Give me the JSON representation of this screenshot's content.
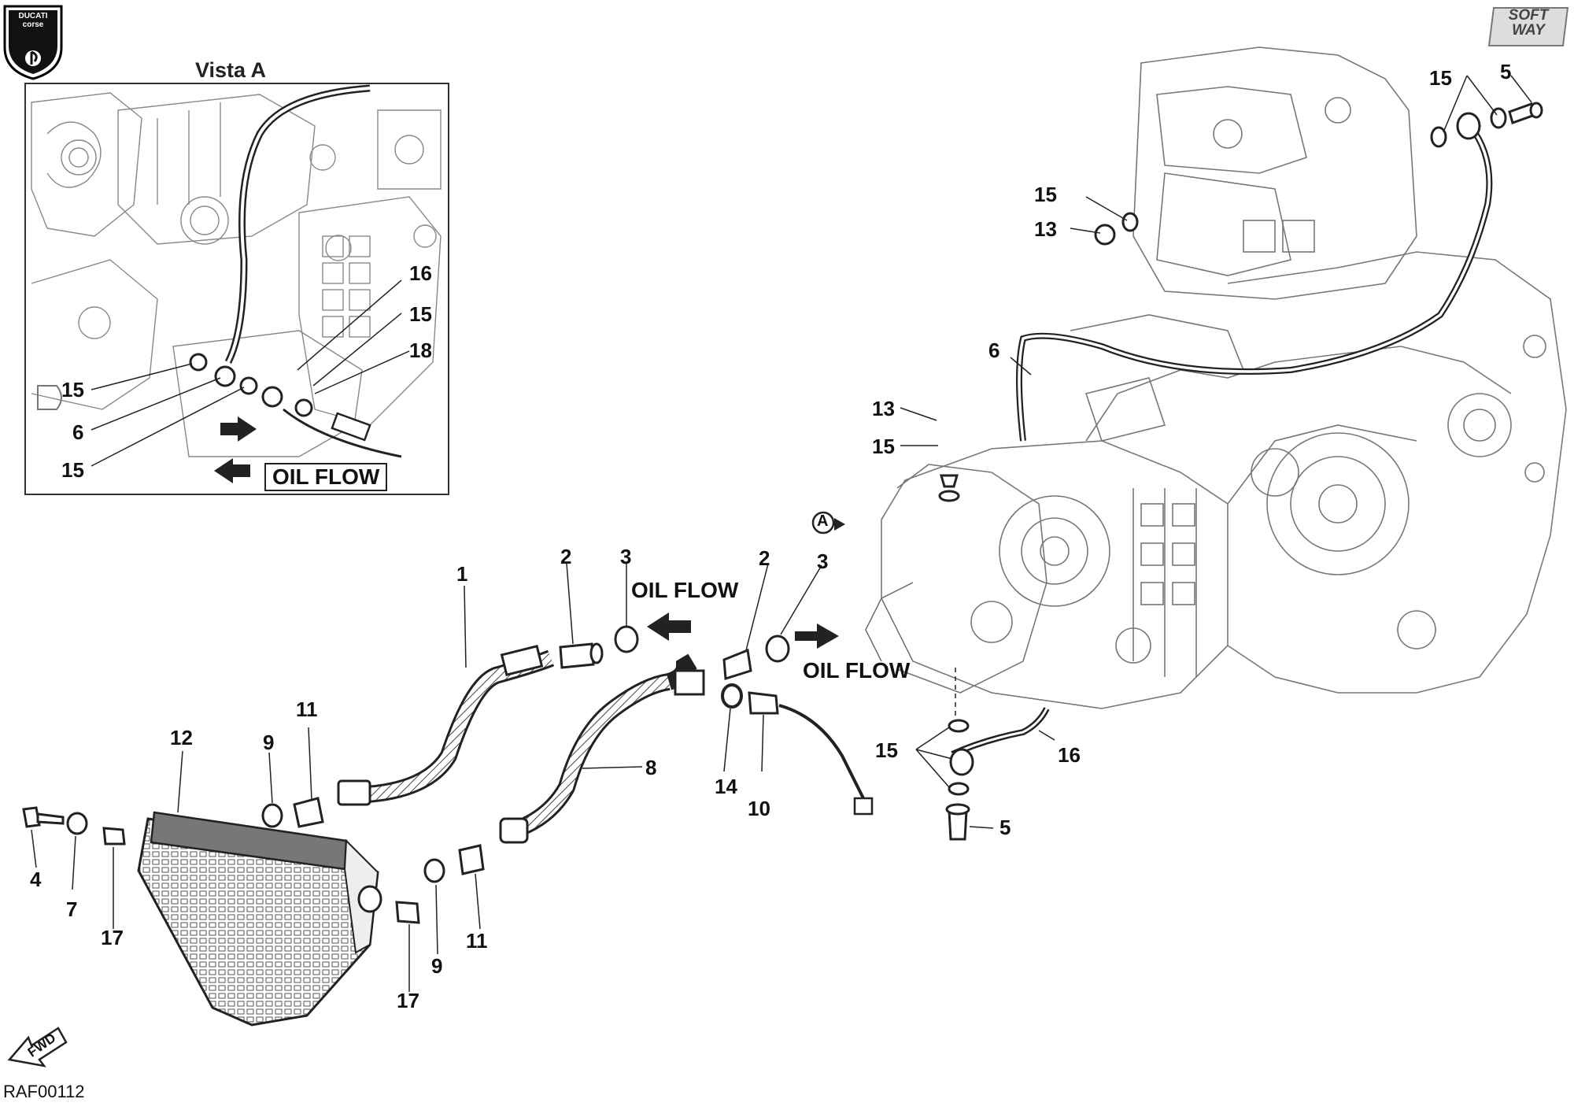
{
  "logo": {
    "line1": "DUCATI",
    "line2": "corse"
  },
  "brand": {
    "line1": "SOFT",
    "line2": "WAY"
  },
  "view_a": {
    "title": "Vista A",
    "oil_flow": "OIL FLOW"
  },
  "view_marker": "A",
  "oil_flow_labels": [
    "OIL FLOW",
    "OIL FLOW"
  ],
  "fwd_label": "FWD",
  "drawing_code": "RAF00112",
  "callouts": [
    {
      "id": "va-16",
      "text": "16"
    },
    {
      "id": "va-15a",
      "text": "15"
    },
    {
      "id": "va-18",
      "text": "18"
    },
    {
      "id": "va-15b",
      "text": "15"
    },
    {
      "id": "va-6",
      "text": "6"
    },
    {
      "id": "va-15c",
      "text": "15"
    },
    {
      "id": "m-15-top",
      "text": "15"
    },
    {
      "id": "m-5-top",
      "text": "5"
    },
    {
      "id": "m-15-mid",
      "text": "15"
    },
    {
      "id": "m-13-mid",
      "text": "13"
    },
    {
      "id": "m-6",
      "text": "6"
    },
    {
      "id": "m-13-low",
      "text": "13"
    },
    {
      "id": "m-15-low",
      "text": "15"
    },
    {
      "id": "p-1",
      "text": "1"
    },
    {
      "id": "p-2a",
      "text": "2"
    },
    {
      "id": "p-3a",
      "text": "3"
    },
    {
      "id": "p-2b",
      "text": "2"
    },
    {
      "id": "p-3b",
      "text": "3"
    },
    {
      "id": "p-12",
      "text": "12"
    },
    {
      "id": "p-11a",
      "text": "11"
    },
    {
      "id": "p-9a",
      "text": "9"
    },
    {
      "id": "p-8",
      "text": "8"
    },
    {
      "id": "p-14",
      "text": "14"
    },
    {
      "id": "p-10",
      "text": "10"
    },
    {
      "id": "p-15-bot",
      "text": "15"
    },
    {
      "id": "p-16",
      "text": "16"
    },
    {
      "id": "p-5-bot",
      "text": "5"
    },
    {
      "id": "p-4",
      "text": "4"
    },
    {
      "id": "p-7",
      "text": "7"
    },
    {
      "id": "p-17a",
      "text": "17"
    },
    {
      "id": "p-9b",
      "text": "9"
    },
    {
      "id": "p-11b",
      "text": "11"
    },
    {
      "id": "p-17b",
      "text": "17"
    }
  ]
}
